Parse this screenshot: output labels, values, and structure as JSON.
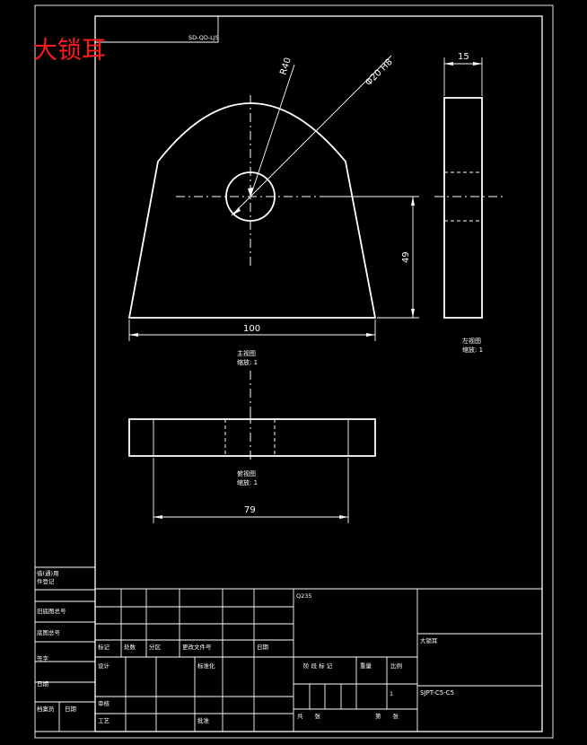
{
  "drawing": {
    "part_name_red": "大锁耳",
    "code_box_label": "SD-QD-LJS",
    "dimensions": {
      "radius": "R40",
      "hole": "Φ20 H8",
      "width": "100",
      "height": "49",
      "thickness": "15",
      "hole_spacing": "79"
    },
    "views": {
      "main_label": "主视图",
      "main_scale": "缩放: 1",
      "side_label": "左视图",
      "side_scale": "缩放: 1",
      "bottom_label": "俯视图",
      "bottom_scale": "缩放: 1"
    }
  },
  "left_strip": {
    "use_note": "借(通)用\n件登记",
    "base_no": "旧底图总号",
    "base_drawing_no": "底图总号",
    "sign": "签字",
    "date": "日期",
    "archive_no": "档案员",
    "archive_date": "日期"
  },
  "title_block": {
    "material": "Q235",
    "part_name": "大锁耳",
    "drawing_code": "SJPT-C5-C5",
    "mark": "标记",
    "count": "处数",
    "zone": "分区",
    "change_doc": "更改文件号",
    "date_col": "日期",
    "design": "设计",
    "standardize": "标准化",
    "review": "审核",
    "process": "工艺",
    "approve": "批准",
    "stage_mark": "阶 段 标 记",
    "weight": "重量",
    "ratio": "比例",
    "ratio_value": "1",
    "total_sheets": "共　　张",
    "sheet_no": "第　　张"
  }
}
